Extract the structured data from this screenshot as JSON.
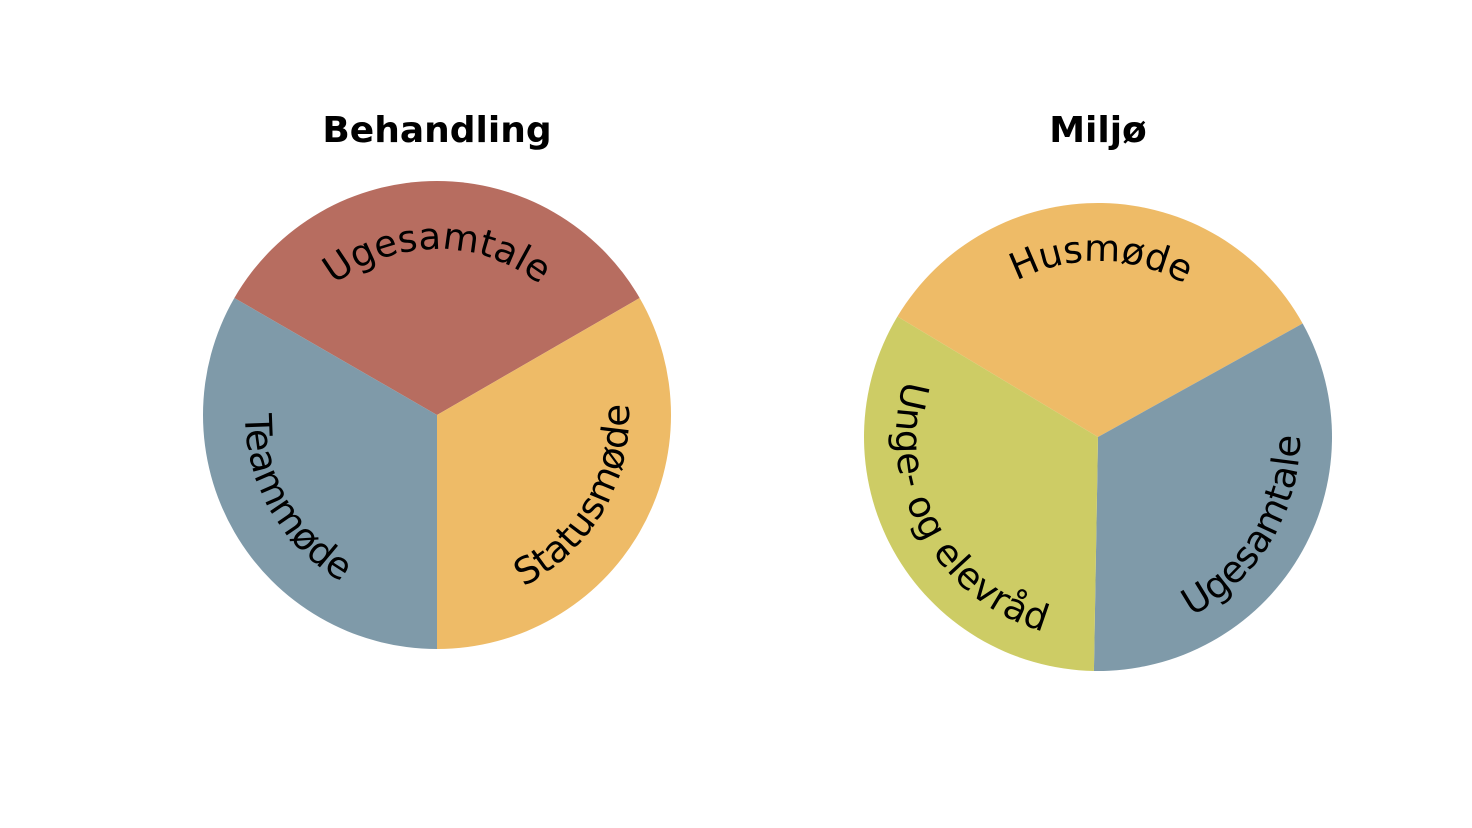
{
  "chart_data": [
    {
      "type": "pie",
      "title": "Behandling",
      "categories": [
        "Ugesamtale",
        "Statusmøde",
        "Teammøde"
      ],
      "values": [
        1,
        1,
        1
      ],
      "colors": [
        "#b76d60",
        "#eebb67",
        "#7f9aa9"
      ],
      "legend": "none",
      "labels_on_slices": true
    },
    {
      "type": "pie",
      "title": "Miljø",
      "categories": [
        "Husmøde",
        "Ugesamtale",
        "Unge- og elevråd"
      ],
      "values": [
        1,
        1,
        1
      ],
      "colors": [
        "#eebb67",
        "#7f9aa9",
        "#cdcc65"
      ],
      "legend": "none",
      "labels_on_slices": true
    }
  ]
}
